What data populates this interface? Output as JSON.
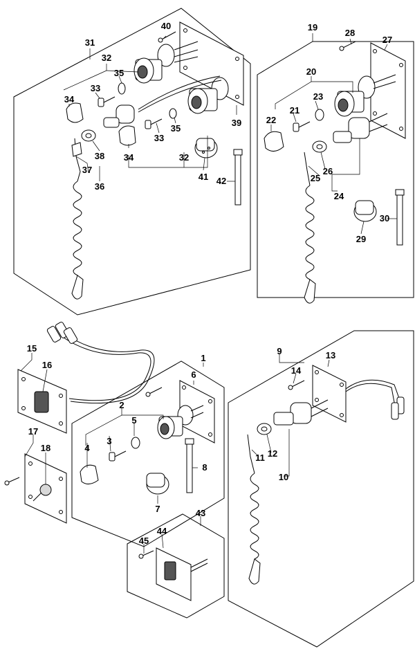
{
  "diagram": {
    "callouts": {
      "p1": "1",
      "p2": "2",
      "p3": "3",
      "p4": "4",
      "p5": "5",
      "p6": "6",
      "p7": "7",
      "p8": "8",
      "p9": "9",
      "p10": "10",
      "p11": "11",
      "p12": "12",
      "p13": "13",
      "p14": "14",
      "p15": "15",
      "p16": "16",
      "p17": "17",
      "p18": "18",
      "p19": "19",
      "p20": "20",
      "p21": "21",
      "p22": "22",
      "p23": "23",
      "p24": "24",
      "p25": "25",
      "p26": "26",
      "p27": "27",
      "p28": "28",
      "p29": "29",
      "p30": "30",
      "p31": "31",
      "p32a": "32",
      "p32b": "32",
      "p33a": "33",
      "p33b": "33",
      "p34a": "34",
      "p34b": "34",
      "p35a": "35",
      "p35b": "35",
      "p36": "36",
      "p37": "37",
      "p38": "38",
      "p39": "39",
      "p40": "40",
      "p41": "41",
      "p42": "42",
      "p43": "43",
      "p44": "44",
      "p45": "45"
    }
  }
}
